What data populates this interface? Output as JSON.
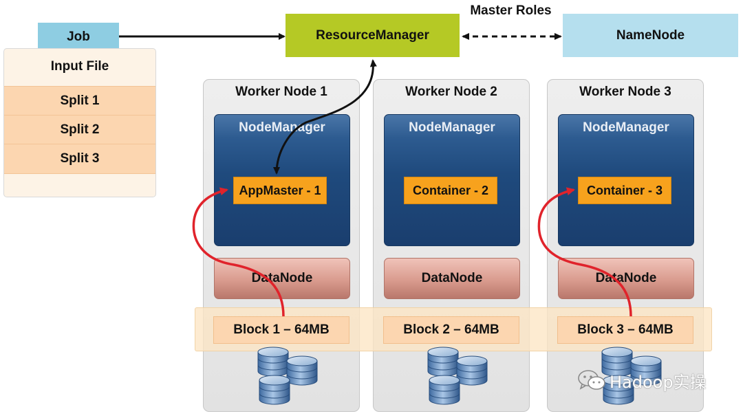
{
  "job": {
    "label": "Job"
  },
  "input_file": {
    "title": "Input File",
    "splits": [
      "Split 1",
      "Split 2",
      "Split 3"
    ]
  },
  "resource_manager": {
    "label": "ResourceManager"
  },
  "name_node": {
    "label": "NameNode"
  },
  "master_roles": {
    "label": "Master Roles"
  },
  "workers": [
    {
      "title": "Worker Node 1",
      "node_manager": "NodeManager",
      "task": "AppMaster - 1",
      "data_node": "DataNode",
      "block": "Block 1 – 64MB"
    },
    {
      "title": "Worker Node 2",
      "node_manager": "NodeManager",
      "task": "Container - 2",
      "data_node": "DataNode",
      "block": "Block 2 – 64MB"
    },
    {
      "title": "Worker Node 3",
      "node_manager": "NodeManager",
      "task": "Container - 3",
      "data_node": "DataNode",
      "block": "Block 3 – 64MB"
    }
  ],
  "watermark": {
    "text": "Hadoop实操"
  },
  "colors": {
    "job": "#8ecde2",
    "resource_manager": "#b5c925",
    "name_node": "#b5dfee",
    "node_manager": "#1f4a7d",
    "task": "#f7a21d",
    "data_node": "#d99b8e",
    "block": "#fcd6b0",
    "red_arrow": "#e0232b"
  },
  "icons": {
    "storage": "database-cylinders-icon",
    "watermark_logo": "wechat-icon"
  }
}
